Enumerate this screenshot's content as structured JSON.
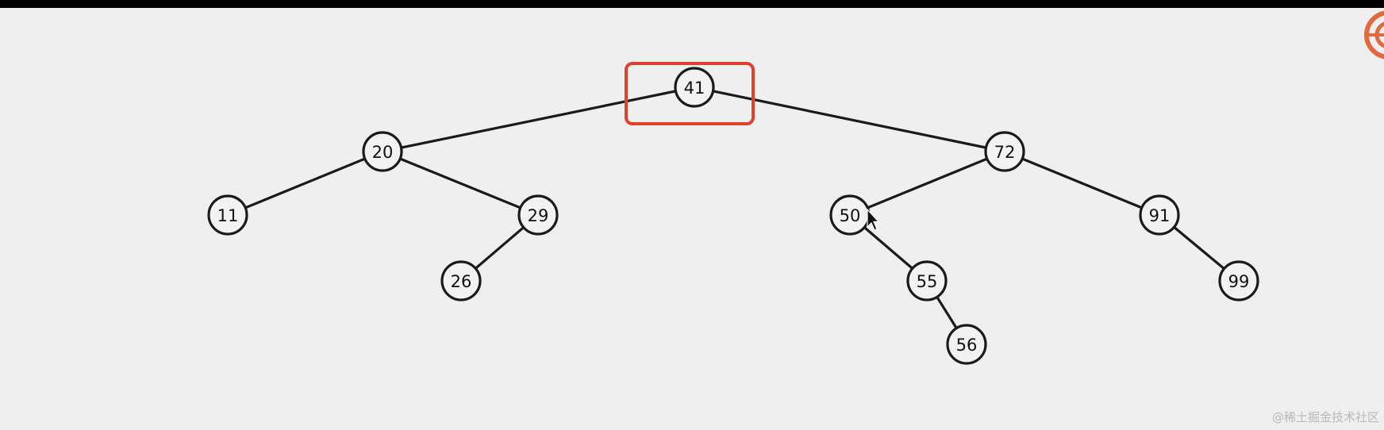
{
  "tree": {
    "nodes": [
      {
        "id": "n41",
        "label": "41"
      },
      {
        "id": "n20",
        "label": "20"
      },
      {
        "id": "n72",
        "label": "72"
      },
      {
        "id": "n11",
        "label": "11"
      },
      {
        "id": "n29",
        "label": "29"
      },
      {
        "id": "n26",
        "label": "26"
      },
      {
        "id": "n50",
        "label": "50"
      },
      {
        "id": "n55",
        "label": "55"
      },
      {
        "id": "n56",
        "label": "56"
      },
      {
        "id": "n91",
        "label": "91"
      },
      {
        "id": "n99",
        "label": "99"
      }
    ],
    "edges": [
      [
        "n41",
        "n20"
      ],
      [
        "n41",
        "n72"
      ],
      [
        "n20",
        "n11"
      ],
      [
        "n20",
        "n29"
      ],
      [
        "n29",
        "n26"
      ],
      [
        "n72",
        "n50"
      ],
      [
        "n72",
        "n91"
      ],
      [
        "n50",
        "n55"
      ],
      [
        "n55",
        "n56"
      ],
      [
        "n91",
        "n99"
      ]
    ],
    "highlighted_node": "n41"
  },
  "colors": {
    "background": "#efefef",
    "highlight": "#e0412e",
    "stroke": "#1a1a1a"
  },
  "watermark": {
    "text": "@稀土掘金技术社区"
  }
}
